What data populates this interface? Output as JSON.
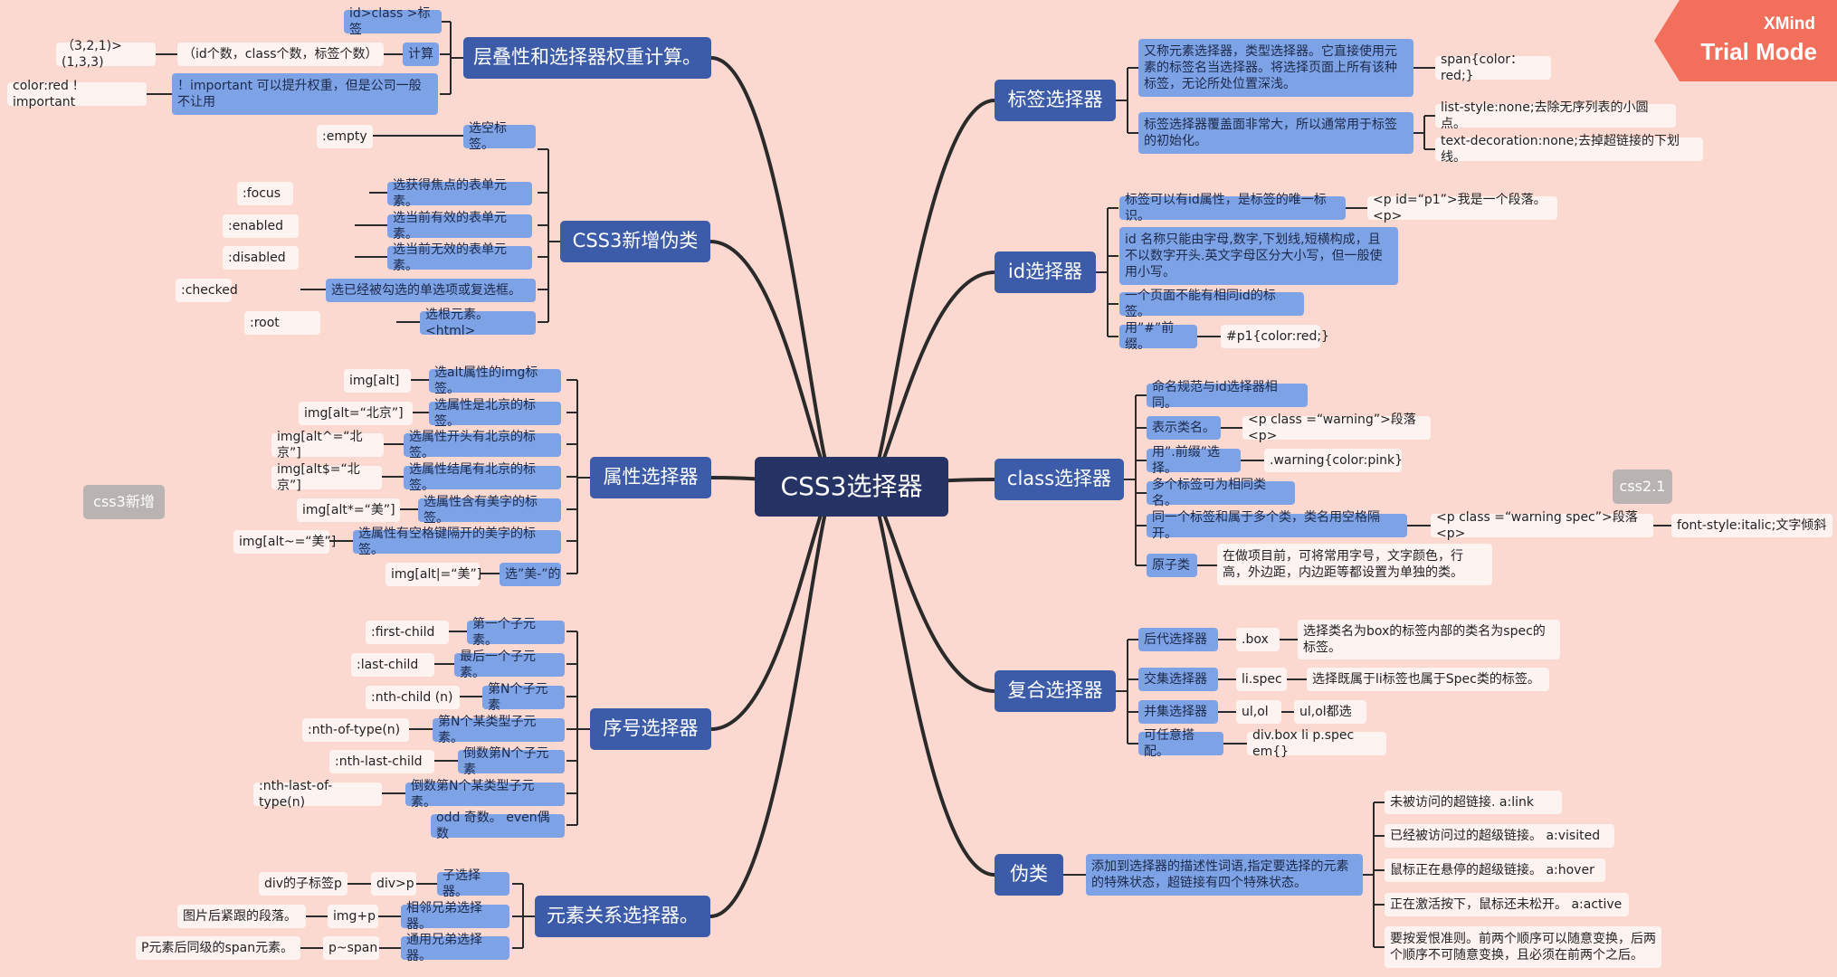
{
  "colors": {
    "background": "#fbd9d0",
    "root": "#263465",
    "main": "#3c5ba8",
    "sub": "#7ea2e6",
    "leaf": "#fdf3f1",
    "line": "#2a2a2a",
    "watermark": "#f26f5c",
    "tag": "#b9b4b2"
  },
  "root": "CSS3选择器",
  "watermark": {
    "brand": "XMind",
    "mode": "Trial Mode"
  },
  "tags": {
    "left": "css3新增",
    "right": "css2.1"
  },
  "branches": {
    "cascade": {
      "label": "层叠性和选择器权重计算。",
      "id_class": "id>class >标签",
      "calc": "计算",
      "calc_detail": "（id个数，class个数，标签个数）",
      "calc_example": "（3,2,1)>(1,3,3)",
      "important": "！important 可以提升权重，但是公司一般不让用",
      "important_example": "color:red ! important"
    },
    "pseudo3": {
      "label": "CSS3新增伪类",
      "items": [
        {
          "desc": "选空标签。",
          "sel": ":empty"
        },
        {
          "desc": "选获得焦点的表单元素。",
          "sel": ":focus"
        },
        {
          "desc": "选当前有效的表单元素。",
          "sel": ":enabled"
        },
        {
          "desc": "选当前无效的表单元素。",
          "sel": ":disabled"
        },
        {
          "desc": "选已经被勾选的单选项或复选框。",
          "sel": ":checked"
        },
        {
          "desc": "选根元素。<html>",
          "sel": ":root"
        }
      ]
    },
    "attr": {
      "label": "属性选择器",
      "items": [
        {
          "desc": "选alt属性的img标签。",
          "sel": "img[alt]"
        },
        {
          "desc": "选属性是北京的标签。",
          "sel": "img[alt=“北京”]"
        },
        {
          "desc": "选属性开头有北京的标签。",
          "sel": "img[alt^=“北京”]"
        },
        {
          "desc": "选属性结尾有北京的标签。",
          "sel": "img[alt$=“北京”]"
        },
        {
          "desc": "选属性含有美字的标签。",
          "sel": "img[alt*=“美”]"
        },
        {
          "desc": "选属性有空格键隔开的美字的标签。",
          "sel": "img[alt~=“美”]"
        },
        {
          "desc": "选”美-”的",
          "sel": "img[alt|=“美”]"
        }
      ]
    },
    "order": {
      "label": "序号选择器",
      "items": [
        {
          "desc": "第一个子元素。",
          "sel": ":first-child"
        },
        {
          "desc": "最后一个子元素。",
          "sel": ":last-child"
        },
        {
          "desc": "第N个子元素",
          "sel": ":nth-child (n)"
        },
        {
          "desc": "第N个某类型子元素。",
          "sel": ":nth-of-type(n)"
        },
        {
          "desc": "倒数第N个子元素",
          "sel": ":nth-last-child"
        },
        {
          "desc": "倒数第N个某类型子元素。",
          "sel": ":nth-last-of-type(n)"
        },
        {
          "desc": "odd 奇数。  even偶数",
          "sel": ""
        }
      ]
    },
    "relation": {
      "label": "元素关系选择器。",
      "items": [
        {
          "desc": "子选择器。",
          "sel": "div>p",
          "example": "div的子标签p"
        },
        {
          "desc": "相邻兄弟选择器。",
          "sel": "img+p",
          "example": "图片后紧跟的段落。"
        },
        {
          "desc": "通用兄弟选择器。",
          "sel": "p~span",
          "example": "P元素后同级的span元素。"
        }
      ]
    },
    "tag": {
      "label": "标签选择器",
      "desc1": "又称元素选择器，类型选择器。它直接使用元素的标签名当选择器。将选择页面上所有该种标签，无论所处位置深浅。",
      "desc1_example": "span{color：red;}",
      "desc2": "标签选择器覆盖面非常大，所以通常用于标签的初始化。",
      "desc2_items": [
        "list-style:none;去除无序列表的小圆点。",
        "text-decoration:none;去掉超链接的下划线。"
      ]
    },
    "id": {
      "label": "id选择器",
      "unique": "标签可以有id属性，是标签的唯一标识。",
      "unique_example": "<p id=“p1”>我是一个段落。<p>",
      "naming": "id 名称只能由字母,数字,下划线,短横构成，且不以数字开头.英文字母区分大小写，但一般使用小写。",
      "no_repeat": "一个页面不能有相同id的标签。",
      "prefix": "用”#”前缀。",
      "prefix_example": "#p1{color:red;}"
    },
    "class": {
      "label": "class选择器",
      "naming": "命名规范与id选择器相同。",
      "express": "表示类名。",
      "express_example": "<p class =“warning”>段落<p>",
      "dot": "用”.前缀”选择。",
      "dot_example": ".warning{color:pink}",
      "multi": "多个标签可为相同类名。",
      "both": "同一个标签和属于多个类，类名用空格隔开。",
      "both_example": "<p class =“warning spec”>段落<p>",
      "both_style": "font-style:italic;文字倾斜",
      "atomic": "原子类",
      "atomic_desc": "在做项目前，可将常用字号，文字颜色，行高，外边距，内边距等都设置为单独的类。"
    },
    "compound": {
      "label": "复合选择器",
      "items": [
        {
          "name": "后代选择器",
          "sel": ".box",
          "desc": "选择类名为box的标签内部的类名为spec的标签。"
        },
        {
          "name": "交集选择器",
          "sel": "li.spec",
          "desc": "选择既属于li标签也属于Spec类的标签。"
        },
        {
          "name": "并集选择器",
          "sel": "ul,ol",
          "desc": "ul,ol都选"
        },
        {
          "name": "可任意搭配。",
          "sel": "div.box li p.spec em{}",
          "desc": ""
        }
      ]
    },
    "pseudo": {
      "label": "伪类",
      "desc": "添加到选择器的描述性词语,指定要选择的元素的特殊状态，超链接有四个特殊状态。",
      "items": [
        "未被访问的超链接.        a:link",
        "已经被访问过的超级链接。     a:visited",
        "鼠标正在悬停的超级链接。      a:hover",
        "正在激活按下，鼠标还未松开。      a:active",
        "要按爱恨准则。前两个顺序可以随意变换，后两个顺序不可随意变换，且必须在前两个之后。"
      ]
    }
  }
}
